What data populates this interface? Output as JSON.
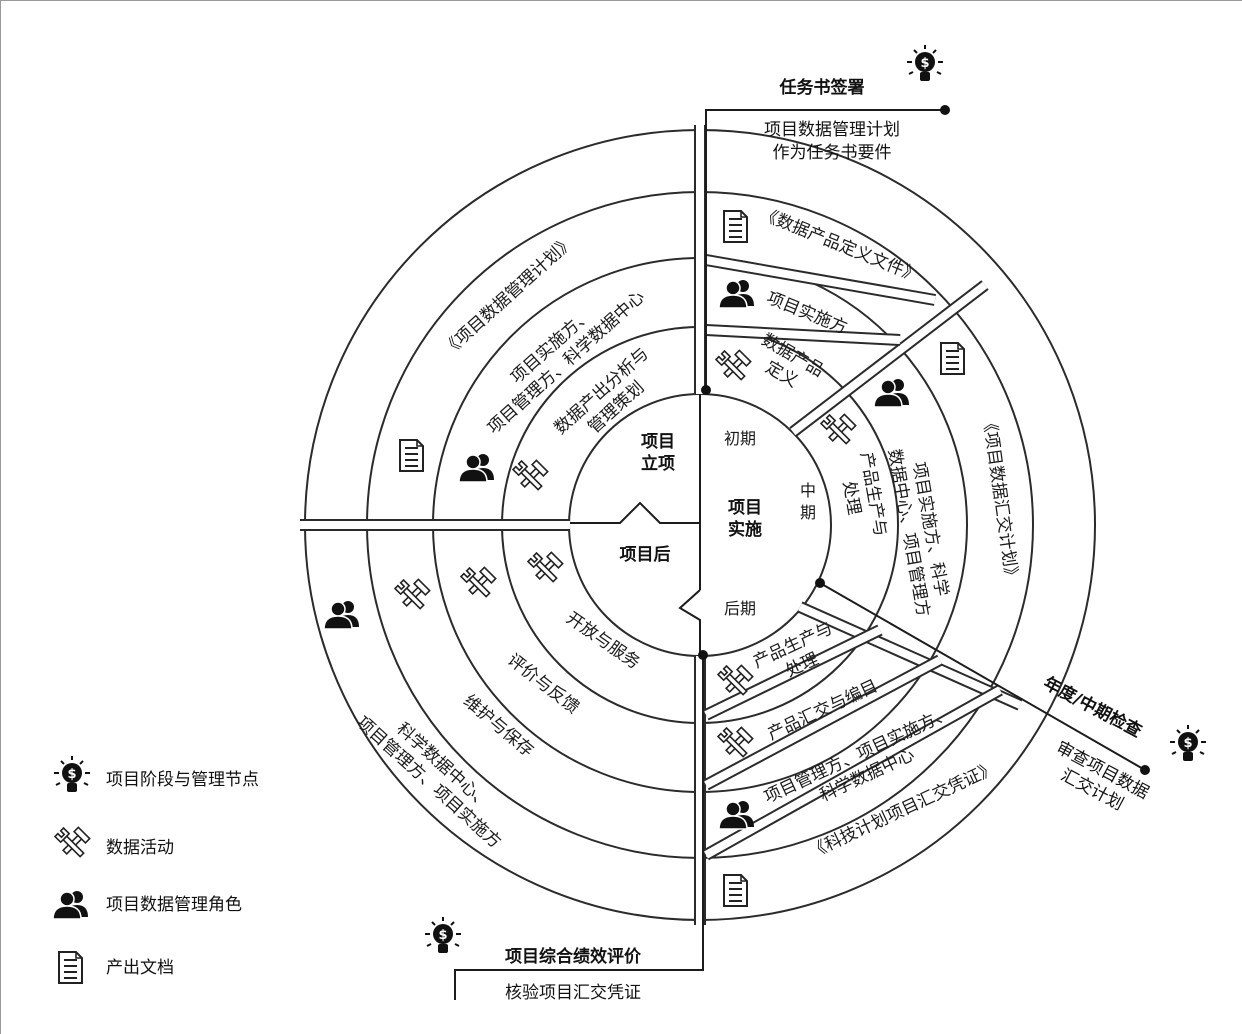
{
  "center": {
    "setup": [
      "项目",
      "立项"
    ],
    "implementation": [
      "项目",
      "实施"
    ],
    "post": "项目后",
    "phase_early": "初期",
    "phase_mid": [
      "中",
      "期"
    ],
    "phase_late": "后期"
  },
  "nodes": {
    "task": {
      "title": "任务书签署",
      "desc": [
        "项目数据管理计划",
        "作为任务书要件"
      ]
    },
    "annual": {
      "title": "年度/中期检查",
      "desc": [
        "审查项目数据",
        "汇交计划"
      ]
    },
    "final": {
      "title": "项目综合绩效评价",
      "desc": "核验项目汇交凭证"
    }
  },
  "setup_sector": {
    "activity": [
      "数据产出分析与",
      "管理策划"
    ],
    "role": [
      "项目实施方、",
      "项目管理方、科学数据中心"
    ],
    "document": "《项目数据管理计划》"
  },
  "early_sector": {
    "activity": [
      "数据产品",
      "定义"
    ],
    "role": "项目实施方",
    "document": "《数据产品定义文件》"
  },
  "mid_sector": {
    "activity": [
      "产品生产与",
      "处理"
    ],
    "role": [
      "项目实施方、科学",
      "数据中心、项目管理方"
    ],
    "document": "《项目数据汇交计划》"
  },
  "late_sector": {
    "activity_1": [
      "产品生产与",
      "处理"
    ],
    "activity_2": "产品汇交与编目",
    "role": [
      "项目管理方、项目实施方、",
      "科学数据中心"
    ],
    "document": "《科技计划项目汇交凭证》"
  },
  "post_sector": {
    "activity_1": "开放与服务",
    "activity_2": "评价与反馈",
    "activity_3": "维护与保存",
    "role": [
      "科学数据中心、",
      "项目管理方、项目实施方"
    ]
  },
  "legend": {
    "items": [
      {
        "icon": "lightbulb-dollar-icon",
        "label": "项目阶段与管理节点"
      },
      {
        "icon": "tools-icon",
        "label": "数据活动"
      },
      {
        "icon": "people-icon",
        "label": "项目数据管理角色"
      },
      {
        "icon": "document-icon",
        "label": "产出文档"
      }
    ]
  }
}
